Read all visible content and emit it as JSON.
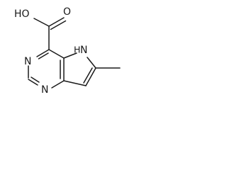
{
  "molecule": {
    "atoms": {
      "hydroxyl": "HO",
      "carbonyl_oxygen": "O",
      "pyrimidine_n_upper": "N",
      "pyrimidine_n_lower": "N",
      "pyrrole_nh": "H",
      "pyrrole_nh_n": "N"
    }
  }
}
